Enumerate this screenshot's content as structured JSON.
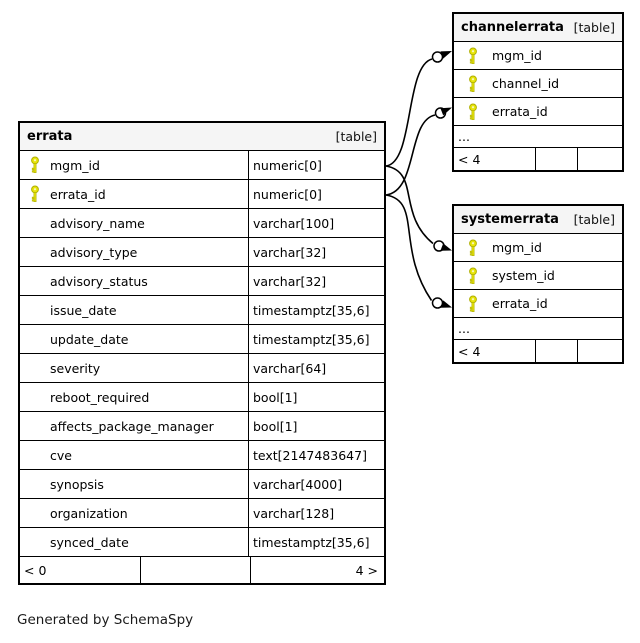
{
  "diagram": {
    "generator_note": "Generated by SchemaSpy"
  },
  "colors": {
    "border": "#000000",
    "header_bg": "#f5f5f5",
    "key_fill": "#e8e50a",
    "key_stroke": "#b0b000",
    "line": "#000000"
  },
  "tables": [
    {
      "id": "errata",
      "title": "errata",
      "tag": "[table]",
      "columns": [
        {
          "name": "mgm_id",
          "type": "numeric[0]",
          "pk": true
        },
        {
          "name": "errata_id",
          "type": "numeric[0]",
          "pk": true
        },
        {
          "name": "advisory_name",
          "type": "varchar[100]",
          "pk": false
        },
        {
          "name": "advisory_type",
          "type": "varchar[32]",
          "pk": false
        },
        {
          "name": "advisory_status",
          "type": "varchar[32]",
          "pk": false
        },
        {
          "name": "issue_date",
          "type": "timestamptz[35,6]",
          "pk": false
        },
        {
          "name": "update_date",
          "type": "timestamptz[35,6]",
          "pk": false
        },
        {
          "name": "severity",
          "type": "varchar[64]",
          "pk": false
        },
        {
          "name": "reboot_required",
          "type": "bool[1]",
          "pk": false
        },
        {
          "name": "affects_package_manager",
          "type": "bool[1]",
          "pk": false
        },
        {
          "name": "cve",
          "type": "text[2147483647]",
          "pk": false
        },
        {
          "name": "synopsis",
          "type": "varchar[4000]",
          "pk": false
        },
        {
          "name": "organization",
          "type": "varchar[128]",
          "pk": false
        },
        {
          "name": "synced_date",
          "type": "timestamptz[35,6]",
          "pk": false
        }
      ],
      "footer": {
        "left": "< 0",
        "middle": "",
        "right": "4 >"
      }
    },
    {
      "id": "channelerrata",
      "title": "channelerrata",
      "tag": "[table]",
      "columns": [
        {
          "name": "mgm_id",
          "pk": true
        },
        {
          "name": "channel_id",
          "pk": true
        },
        {
          "name": "errata_id",
          "pk": true
        }
      ],
      "ellipsis": "...",
      "footer": {
        "left": "< 4",
        "middle": "",
        "right": ""
      }
    },
    {
      "id": "systemerrata",
      "title": "systemerrata",
      "tag": "[table]",
      "columns": [
        {
          "name": "mgm_id",
          "pk": true
        },
        {
          "name": "system_id",
          "pk": true
        },
        {
          "name": "errata_id",
          "pk": true
        }
      ],
      "ellipsis": "...",
      "footer": {
        "left": "< 4",
        "middle": "",
        "right": ""
      }
    }
  ],
  "relationships": [
    {
      "from": "errata.mgm_id",
      "to": "channelerrata.mgm_id"
    },
    {
      "from": "errata.errata_id",
      "to": "channelerrata.errata_id"
    },
    {
      "from": "errata.mgm_id",
      "to": "systemerrata.mgm_id"
    },
    {
      "from": "errata.errata_id",
      "to": "systemerrata.errata_id"
    }
  ]
}
